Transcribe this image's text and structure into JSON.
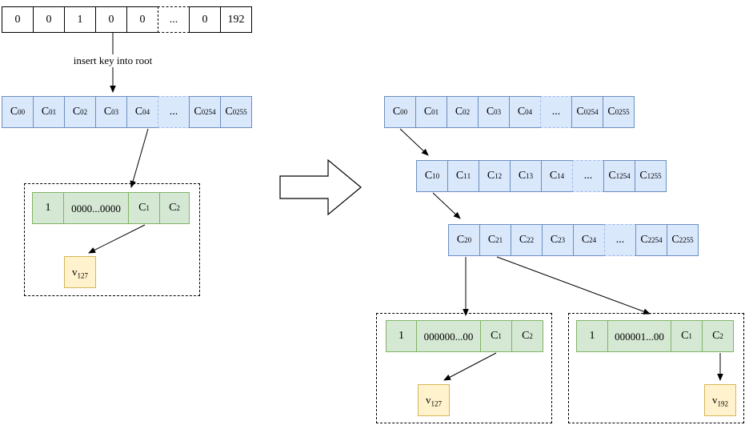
{
  "palette": {
    "blue_fill": "#dae8fc",
    "blue_border": "#6c8ebf",
    "blue_dash": "#9ab7e0",
    "green_fill": "#d5e8d4",
    "green_border": "#82b366",
    "yellow_fill": "#fff2cc",
    "yellow_border": "#d6b656",
    "line_color": "#000000"
  },
  "annotation": {
    "insert_label": "insert key into root"
  },
  "key_array": {
    "cells": [
      {
        "base": "0"
      },
      {
        "base": "0"
      },
      {
        "base": "1"
      },
      {
        "base": "0"
      },
      {
        "base": "0"
      },
      {
        "base": "..."
      },
      {
        "base": "0"
      },
      {
        "base": "192"
      }
    ]
  },
  "left": {
    "c0_row": {
      "cells": [
        {
          "base": "C",
          "sup": "0",
          "sub": "0"
        },
        {
          "base": "C",
          "sup": "0",
          "sub": "1"
        },
        {
          "base": "C",
          "sup": "0",
          "sub": "2"
        },
        {
          "base": "C",
          "sup": "0",
          "sub": "3"
        },
        {
          "base": "C",
          "sup": "0",
          "sub": "4"
        },
        {
          "base": "..."
        },
        {
          "base": "C",
          "sup": "0",
          "sub": "254"
        },
        {
          "base": "C",
          "sup": "0",
          "sub": "255"
        }
      ]
    },
    "leaf": {
      "cells": [
        {
          "base": "1"
        },
        {
          "base": "0000...0000"
        },
        {
          "base": "C",
          "sub": "1"
        },
        {
          "base": "C",
          "sub": "2"
        }
      ]
    },
    "value": {
      "base": "v",
      "sub": "127"
    }
  },
  "right": {
    "c0_row": {
      "cells": [
        {
          "base": "C",
          "sup": "0",
          "sub": "0"
        },
        {
          "base": "C",
          "sup": "0",
          "sub": "1"
        },
        {
          "base": "C",
          "sup": "0",
          "sub": "2"
        },
        {
          "base": "C",
          "sup": "0",
          "sub": "3"
        },
        {
          "base": "C",
          "sup": "0",
          "sub": "4"
        },
        {
          "base": "..."
        },
        {
          "base": "C",
          "sup": "0",
          "sub": "254"
        },
        {
          "base": "C",
          "sup": "0",
          "sub": "255"
        }
      ]
    },
    "c1_row": {
      "cells": [
        {
          "base": "C",
          "sup": "1",
          "sub": "0"
        },
        {
          "base": "C",
          "sup": "1",
          "sub": "1"
        },
        {
          "base": "C",
          "sup": "1",
          "sub": "2"
        },
        {
          "base": "C",
          "sup": "1",
          "sub": "3"
        },
        {
          "base": "C",
          "sup": "1",
          "sub": "4"
        },
        {
          "base": "..."
        },
        {
          "base": "C",
          "sup": "1",
          "sub": "254"
        },
        {
          "base": "C",
          "sup": "1",
          "sub": "255"
        }
      ]
    },
    "c2_row": {
      "cells": [
        {
          "base": "C",
          "sup": "2",
          "sub": "0"
        },
        {
          "base": "C",
          "sup": "2",
          "sub": "1"
        },
        {
          "base": "C",
          "sup": "2",
          "sub": "2"
        },
        {
          "base": "C",
          "sup": "2",
          "sub": "3"
        },
        {
          "base": "C",
          "sup": "2",
          "sub": "4"
        },
        {
          "base": "..."
        },
        {
          "base": "C",
          "sup": "2",
          "sub": "254"
        },
        {
          "base": "C",
          "sup": "2",
          "sub": "255"
        }
      ]
    },
    "leaf1": {
      "cells": [
        {
          "base": "1"
        },
        {
          "base": "000000...00"
        },
        {
          "base": "C",
          "sub": "1"
        },
        {
          "base": "C",
          "sub": "2"
        }
      ]
    },
    "value1": {
      "base": "v",
      "sub": "127"
    },
    "leaf2": {
      "cells": [
        {
          "base": "1"
        },
        {
          "base": "000001...00"
        },
        {
          "base": "C",
          "sub": "1"
        },
        {
          "base": "C",
          "sub": "2"
        }
      ]
    },
    "value2": {
      "base": "v",
      "sub": "192"
    }
  }
}
